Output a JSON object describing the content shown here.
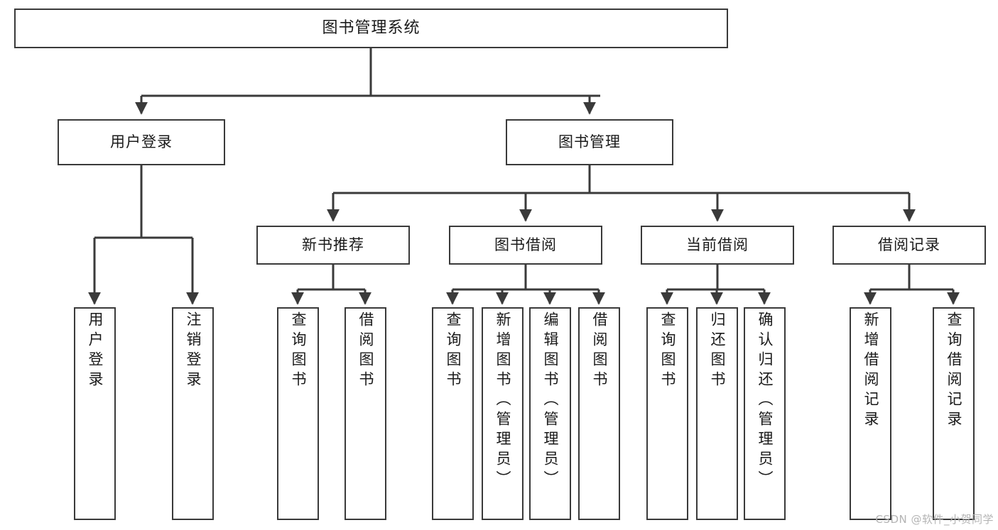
{
  "diagram": {
    "title": "图书管理系统",
    "watermark": "CSDN @软件_小贺同学",
    "stroke_color": "#3a3a3a",
    "background_color": "#ffffff",
    "text_color": "#1a1a1a",
    "watermark_color": "#b4b4b4"
  },
  "nodes": {
    "root": {
      "label": "图书管理系统"
    },
    "level2": [
      {
        "label": "用户登录"
      },
      {
        "label": "图书管理"
      }
    ],
    "level3": [
      {
        "label": "新书推荐"
      },
      {
        "label": "图书借阅"
      },
      {
        "label": "当前借阅"
      },
      {
        "label": "借阅记录"
      }
    ],
    "leaves": {
      "user_login": [
        {
          "label": "用户登录"
        },
        {
          "label": "注销登录"
        }
      ],
      "new_book_recommend": [
        {
          "label": "查询图书"
        },
        {
          "label": "借阅图书"
        }
      ],
      "book_borrow": [
        {
          "label": "查询图书"
        },
        {
          "label": "新增图书（管理员）"
        },
        {
          "label": "编辑图书（管理员）"
        },
        {
          "label": "借阅图书"
        }
      ],
      "current_borrow": [
        {
          "label": "查询图书"
        },
        {
          "label": "归还图书"
        },
        {
          "label": "确认归还（管理员）"
        }
      ],
      "borrow_record": [
        {
          "label": "新增借阅记录"
        },
        {
          "label": "查询借阅记录"
        }
      ]
    }
  }
}
